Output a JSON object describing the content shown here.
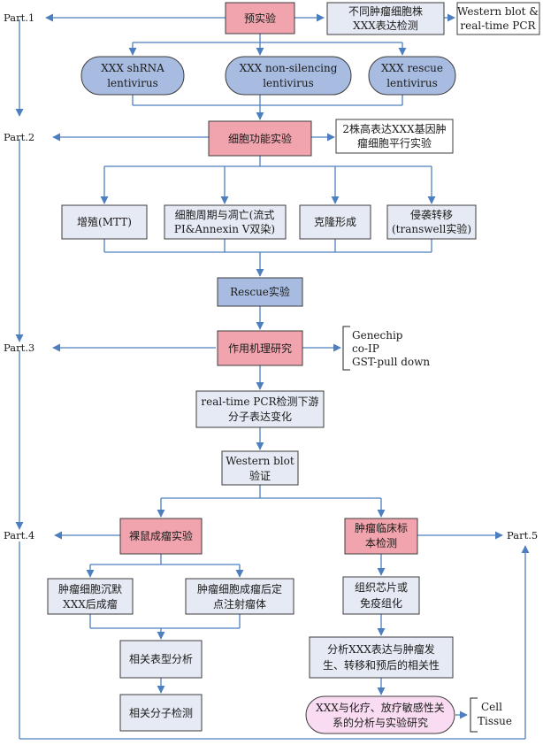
{
  "parts": [
    "Part.1",
    "Part.2",
    "Part.3",
    "Part.4",
    "Part.5"
  ],
  "nodes": {
    "pre_experiment": "预实验",
    "cell_lines": [
      "不同肿瘤细胞株",
      "XXX表达检测"
    ],
    "detection_methods": [
      "Western blot &",
      "real-time PCR"
    ],
    "lv_shrna": [
      "XXX shRNA",
      "lentivirus"
    ],
    "lv_nonsilencing": [
      "XXX non-silencing",
      "lentivirus"
    ],
    "lv_rescue": [
      "XXX rescue",
      "lentivirus"
    ],
    "cell_function": "细胞功能实验",
    "high_expression_lines": [
      "2株高表达XXX基因肿",
      "瘤细胞平行实验"
    ],
    "proliferation": "增殖(MTT)",
    "cell_cycle": [
      "细胞周期与凋亡(流式",
      "PI&Annexin V双染)"
    ],
    "clone_formation": "克隆形成",
    "invasion": [
      "侵袭转移",
      "(transwell实验)"
    ],
    "rescue": "Rescue实验",
    "mechanism": "作用机理研究",
    "mechanism_methods": [
      "Genechip",
      "co-IP",
      "GST-pull down"
    ],
    "downstream_pcr": [
      "real-time PCR检测下游",
      "分子表达变化"
    ],
    "western_verify": [
      "Western blot",
      "验证"
    ],
    "nude_mouse": "裸鼠成瘤实验",
    "clinical_samples": [
      "肿瘤临床标",
      "本检测"
    ],
    "tumor_silencing": [
      "肿瘤细胞沉默",
      "XXX后成瘤"
    ],
    "tumor_injection": [
      "肿瘤细胞成瘤后定",
      "点注射瘤体"
    ],
    "phenotype": "相关表型分析",
    "molecular_detection": "相关分子检测",
    "tissue_array": [
      "组织芯片或",
      "免疫组化"
    ],
    "correlation": [
      "分析XXX表达与肿瘤发",
      "生、转移和预后的相关性"
    ],
    "chemo_radio": [
      "XXX与化疗、放疗敏感性关",
      "系的分析与实验研究"
    ],
    "cell_tissue": [
      "Cell",
      "Tissue"
    ]
  },
  "colors": {
    "connector": "#4d7fbf",
    "red_box": "#f1a4ad",
    "blue_box": "#a7bce0",
    "light_box": "#e6eaf4",
    "pink_box": "#fadcf2"
  }
}
